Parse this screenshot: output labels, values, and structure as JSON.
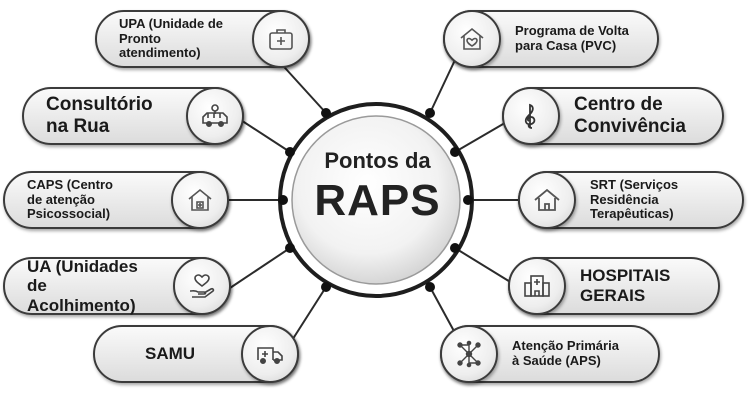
{
  "center": {
    "line1": "Pontos da",
    "line2": "RAPS"
  },
  "items": {
    "upa": {
      "label": "UPA (Unidade de\nPronto atendimento)",
      "icon": "first-aid-kit-icon"
    },
    "consultorio": {
      "label": "Consultório\nna Rua",
      "icon": "van-icon"
    },
    "caps": {
      "label": "CAPS (Centro\nde atenção\nPsicossocial)",
      "icon": "house-plus-icon"
    },
    "ua": {
      "label": "UA (Unidades de\nAcolhimento)",
      "icon": "hand-heart-icon"
    },
    "samu": {
      "label": "SAMU",
      "icon": "ambulance-icon"
    },
    "pvc": {
      "label": "Programa de Volta\npara Casa (PVC)",
      "icon": "house-heart-icon"
    },
    "convivencia": {
      "label": "Centro de\nConvivência",
      "icon": "treble-clef-icon"
    },
    "srt": {
      "label": "SRT (Serviços\nResidência\nTerapêuticas)",
      "icon": "house-icon"
    },
    "hospitais": {
      "label": "HOSPITAIS\nGERAIS",
      "icon": "hospital-icon"
    },
    "aps": {
      "label": "Atenção Primária\nà Saúde (APS)",
      "icon": "network-people-icon"
    }
  },
  "colors": {
    "line": "#2b2b2b",
    "node": "#111111",
    "pill_border": "#3b3b3b"
  }
}
